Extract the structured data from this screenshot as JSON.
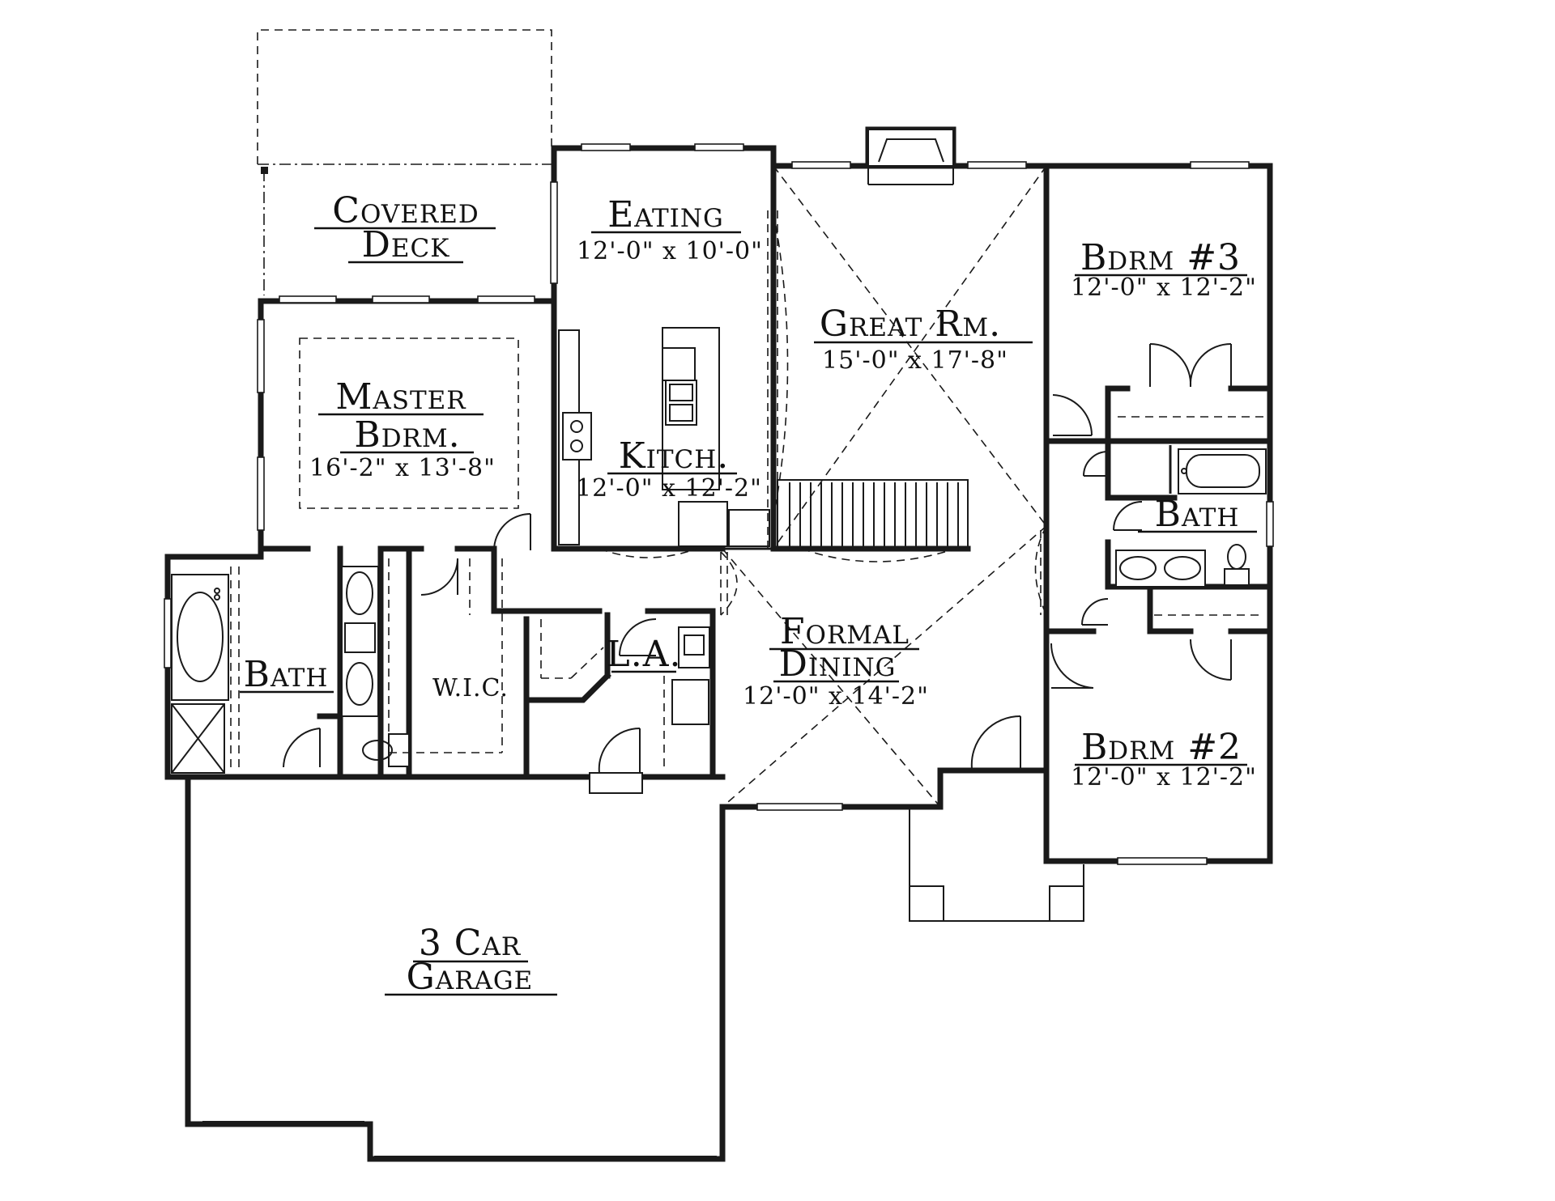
{
  "rooms": {
    "covered_deck": {
      "line1": "Covered",
      "line2": "Deck"
    },
    "eating": {
      "name": "Eating",
      "dim": "12'-0\" x 10'-0\""
    },
    "great_room": {
      "name": "Great Rm.",
      "dim": "15'-0\" x 17'-8\""
    },
    "bedroom_3": {
      "name": "Bdrm #3",
      "dim": "12'-0\" x 12'-2\""
    },
    "master_bedroom": {
      "line1": "Master",
      "line2": "Bdrm.",
      "dim": "16'-2\" x 13'-8\""
    },
    "kitchen": {
      "name": "Kitch.",
      "dim": "12'-0\" x 12'-2\""
    },
    "bath_hall": {
      "name": "Bath"
    },
    "bath_master": {
      "name": "Bath"
    },
    "walk_in_closet": {
      "name": "W.I.C."
    },
    "laundry": {
      "name": "L.A."
    },
    "formal_dining": {
      "line1": "Formal",
      "line2": "Dining",
      "dim": "12'-0\" x 14'-2\""
    },
    "bedroom_2": {
      "name": "Bdrm #2",
      "dim": "12'-0\" x 12'-2\""
    },
    "garage": {
      "line1": "3 Car",
      "line2": "Garage"
    }
  }
}
